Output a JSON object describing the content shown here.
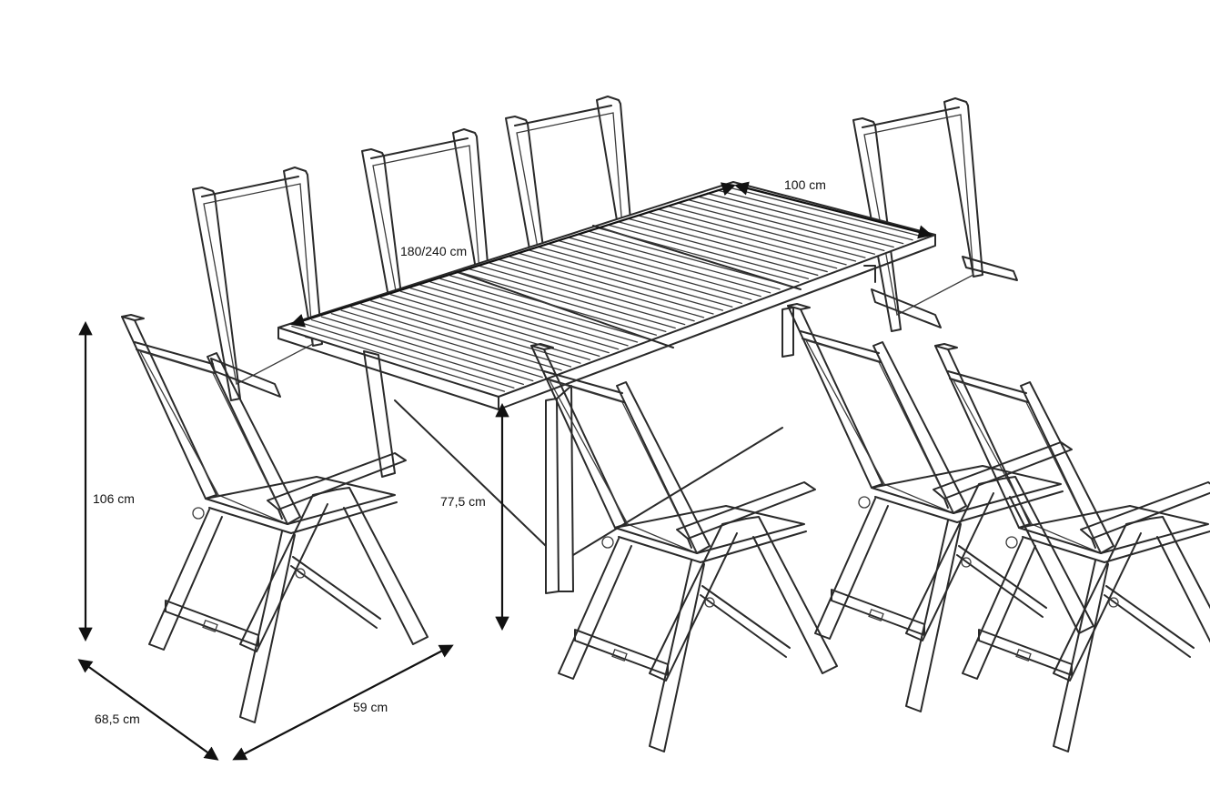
{
  "colors": {
    "ink": "#2a2a2a",
    "dimension": "#111111",
    "background": "#ffffff"
  },
  "dimensions": {
    "table_length": "180/240 cm",
    "table_width": "100 cm",
    "table_height": "77,5 cm",
    "chair_height": "106 cm",
    "chair_depth": "68,5 cm",
    "chair_width": "59 cm"
  }
}
